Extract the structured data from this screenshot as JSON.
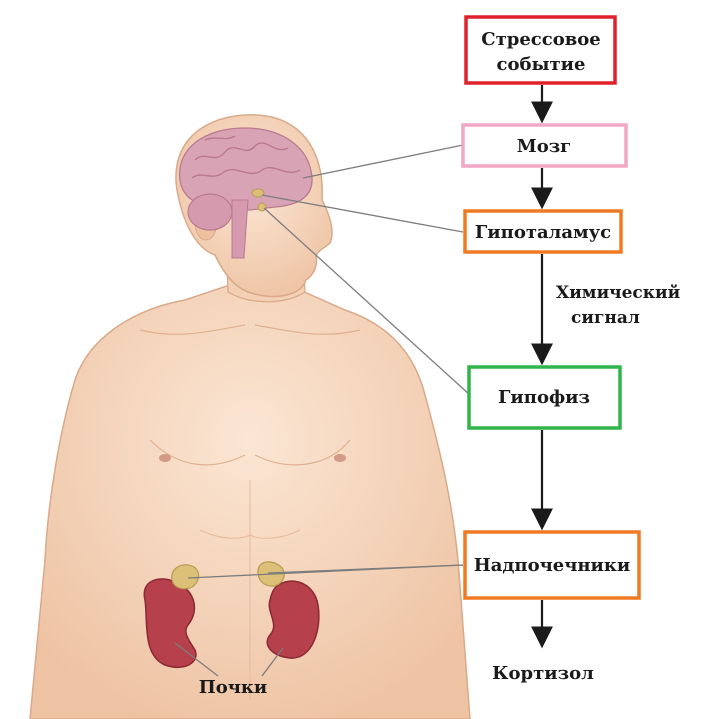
{
  "boxes": {
    "stress": {
      "line1": "Стрессовое",
      "line2": "событие",
      "color": "#e0202a"
    },
    "brain": {
      "label": "Мозг",
      "color": "#f2a7c6"
    },
    "hypothalamus": {
      "label": "Гипоталамус",
      "color": "#f07a24"
    },
    "pituitary": {
      "label": "Гипофиз",
      "color": "#2fb54a"
    },
    "adrenals": {
      "label": "Надпочечники",
      "color": "#f07a24"
    }
  },
  "signal": {
    "line1": "Химический",
    "line2": "сигнал"
  },
  "output": {
    "label": "Кортизол"
  },
  "kidneys": {
    "label": "Почки"
  },
  "colors": {
    "skin": "#f6d8bf",
    "skin_shadow": "#e8bc9c",
    "brain": "#d9a3b6",
    "kidney": "#b6404c",
    "adrenal": "#dcc078",
    "arrow": "#1a1a1a"
  }
}
